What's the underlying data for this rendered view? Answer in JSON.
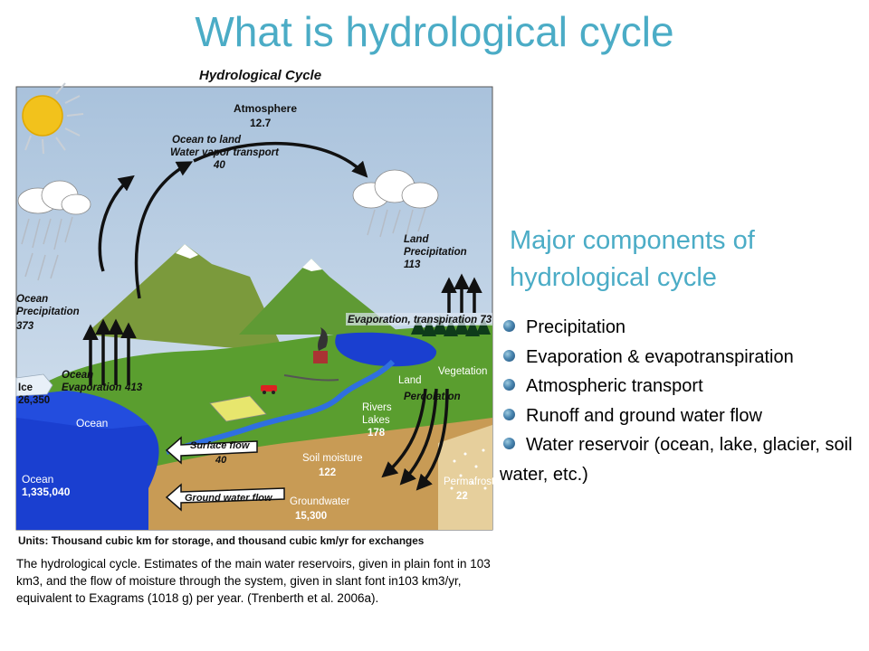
{
  "page_title": "What is hydrological cycle",
  "diagram": {
    "title": "Hydrological Cycle",
    "atmosphere_label": "Atmosphere",
    "atmosphere_value": "12.7",
    "transport_label_1": "Ocean to land",
    "transport_label_2": "Water vapor transport",
    "transport_value": "40",
    "land_precip_label_1": "Land",
    "land_precip_label_2": "Precipitation",
    "land_precip_value": "113",
    "ocean_precip_label_1": "Ocean",
    "ocean_precip_label_2": "Precipitation",
    "ocean_precip_value": "373",
    "evap_transp_label": "Evaporation, transpiration 73",
    "ocean_evap_label_1": "Ocean",
    "ocean_evap_label_2": "Evaporation",
    "ocean_evap_value": "413",
    "ice_label": "Ice",
    "ice_value": "26,350",
    "ocean_label": "Ocean",
    "vegetation_label": "Vegetation",
    "land_label": "Land",
    "percolation_label": "Percolation",
    "rivers_label_1": "Rivers",
    "rivers_label_2": "Lakes",
    "rivers_value": "178",
    "surface_flow_label": "Surface flow",
    "surface_flow_value": "40",
    "soil_moisture_label": "Soil moisture",
    "soil_moisture_value": "122",
    "permafrost_label": "Permafrost",
    "permafrost_value": "22",
    "ocean_storage_label": "Ocean",
    "ocean_storage_value": "1,335,040",
    "groundwater_flow_label": "Ground water flow",
    "groundwater_label": "Groundwater",
    "groundwater_value": "15,300",
    "units_note": "Units: Thousand cubic km for storage, and thousand cubic km/yr for exchanges"
  },
  "caption": "The hydrological cycle. Estimates of the main water reservoirs, given in plain font in 103 km3, and the flow of moisture through the system, given in slant font in103 km3/yr, equivalent to Exagrams (1018 g) per year.  (Trenberth et al. 2006a).",
  "components": {
    "heading": "Major components of hydrological cycle",
    "items": [
      "Precipitation",
      "Evaporation & evapotranspiration",
      "Atmospheric transport",
      "Runoff  and ground water flow",
      "Water reservoir (ocean, lake, glacier, soil water, etc.)"
    ]
  },
  "colors": {
    "title": "#4bacc6",
    "ocean": "#1a3fd0",
    "sky": "#b9cfe4",
    "land": "#5a9e2f",
    "soil": "#c89b55",
    "sun": "#f2c21c"
  }
}
